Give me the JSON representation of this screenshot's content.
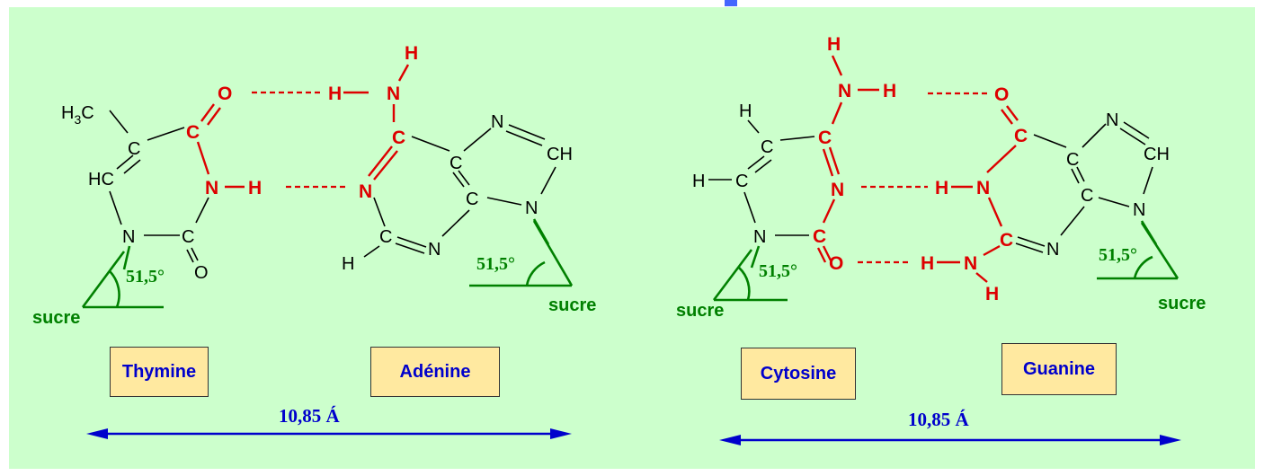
{
  "pairs": [
    {
      "bases": [
        "Thymine",
        "Adénine"
      ],
      "angle": "51,5°",
      "sugar": "sucre",
      "distance": "10,85 Á"
    },
    {
      "bases": [
        "Cytosine",
        "Guanine"
      ],
      "angle": "51,5°",
      "sugar": "sucre",
      "distance": "10,85 Á"
    }
  ],
  "atoms": {
    "C": "C",
    "N": "N",
    "O": "O",
    "H": "H",
    "CH": "CH",
    "HC": "HC",
    "H3C": "H",
    "sub3": "3",
    "C_after": "C"
  },
  "colors": {
    "background": "#ccffcc",
    "bond_black": "#000000",
    "hbond_red": "#dd0000",
    "sugar_green": "#008000",
    "distance_blue": "#0000cc",
    "label_box": "#ffe9a0"
  }
}
